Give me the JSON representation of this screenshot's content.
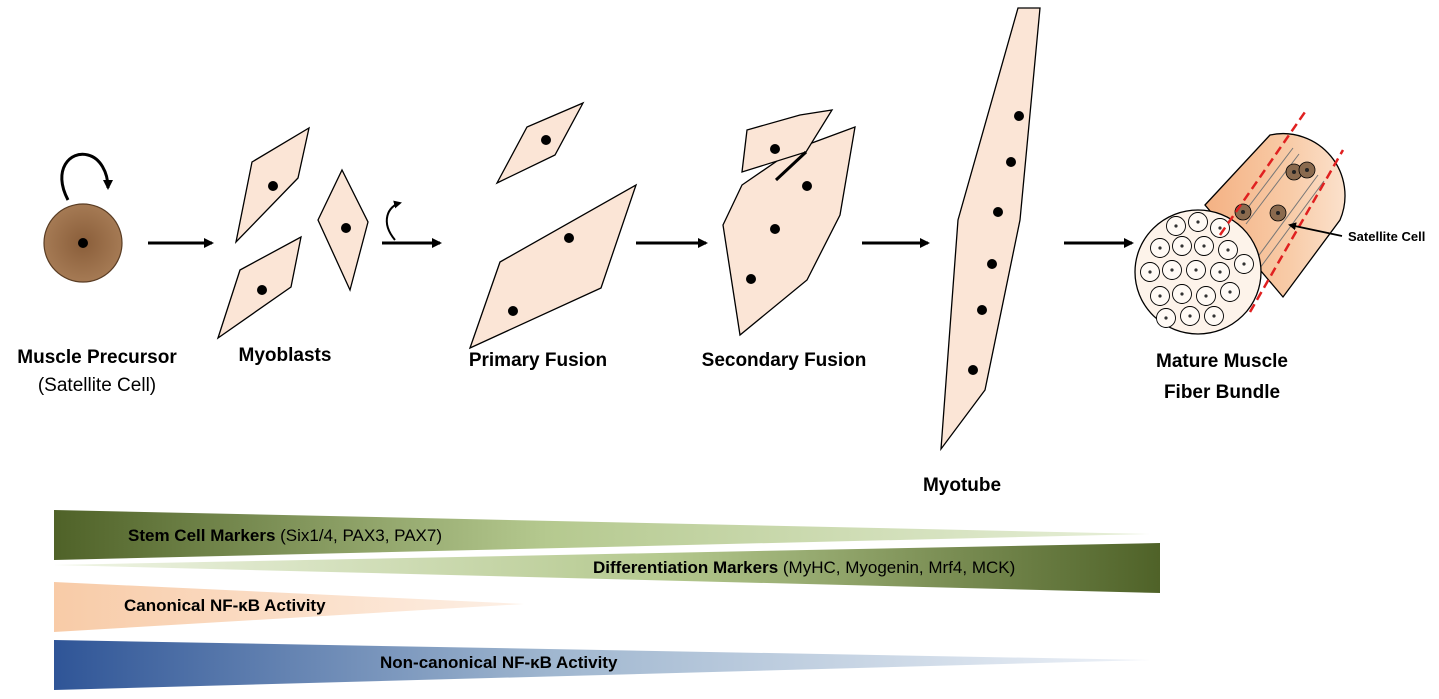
{
  "stages": {
    "precursor": {
      "title": "Muscle Precursor",
      "subtitle": "(Satellite Cell)"
    },
    "myoblasts": {
      "title": "Myoblasts"
    },
    "primary": {
      "title": "Primary Fusion"
    },
    "secondary": {
      "title": "Secondary Fusion"
    },
    "myotube": {
      "title": "Myotube"
    },
    "mature": {
      "title_line1": "Mature Muscle",
      "title_line2": "Fiber Bundle"
    }
  },
  "annotations": {
    "satellite_cell": "Satellite Cell"
  },
  "markers": {
    "stem": {
      "label_bold": "Stem Cell Markers",
      "label_rest": " (Six1/4, PAX3, PAX7)"
    },
    "differentiation": {
      "label_bold": "Differentiation Markers",
      "label_rest": " (MyHC, Myogenin, Mrf4, MCK)"
    },
    "canonical": {
      "label_bold": "Canonical NF-κB Activity"
    },
    "noncanonical": {
      "label_bold": "Non-canonical NF-κB Activity"
    }
  },
  "colors": {
    "cell_fill": "#fbe5d6",
    "precursor_fill": "#9c6f47",
    "bundle_fill": "#f4b183",
    "green_dark": "#4f6228",
    "green_light": "#d7e4bd",
    "orange_light": "#fbd5b5",
    "blue_dark": "#2f5597",
    "blue_light": "#dae3f3",
    "dash_red": "#e02020"
  }
}
